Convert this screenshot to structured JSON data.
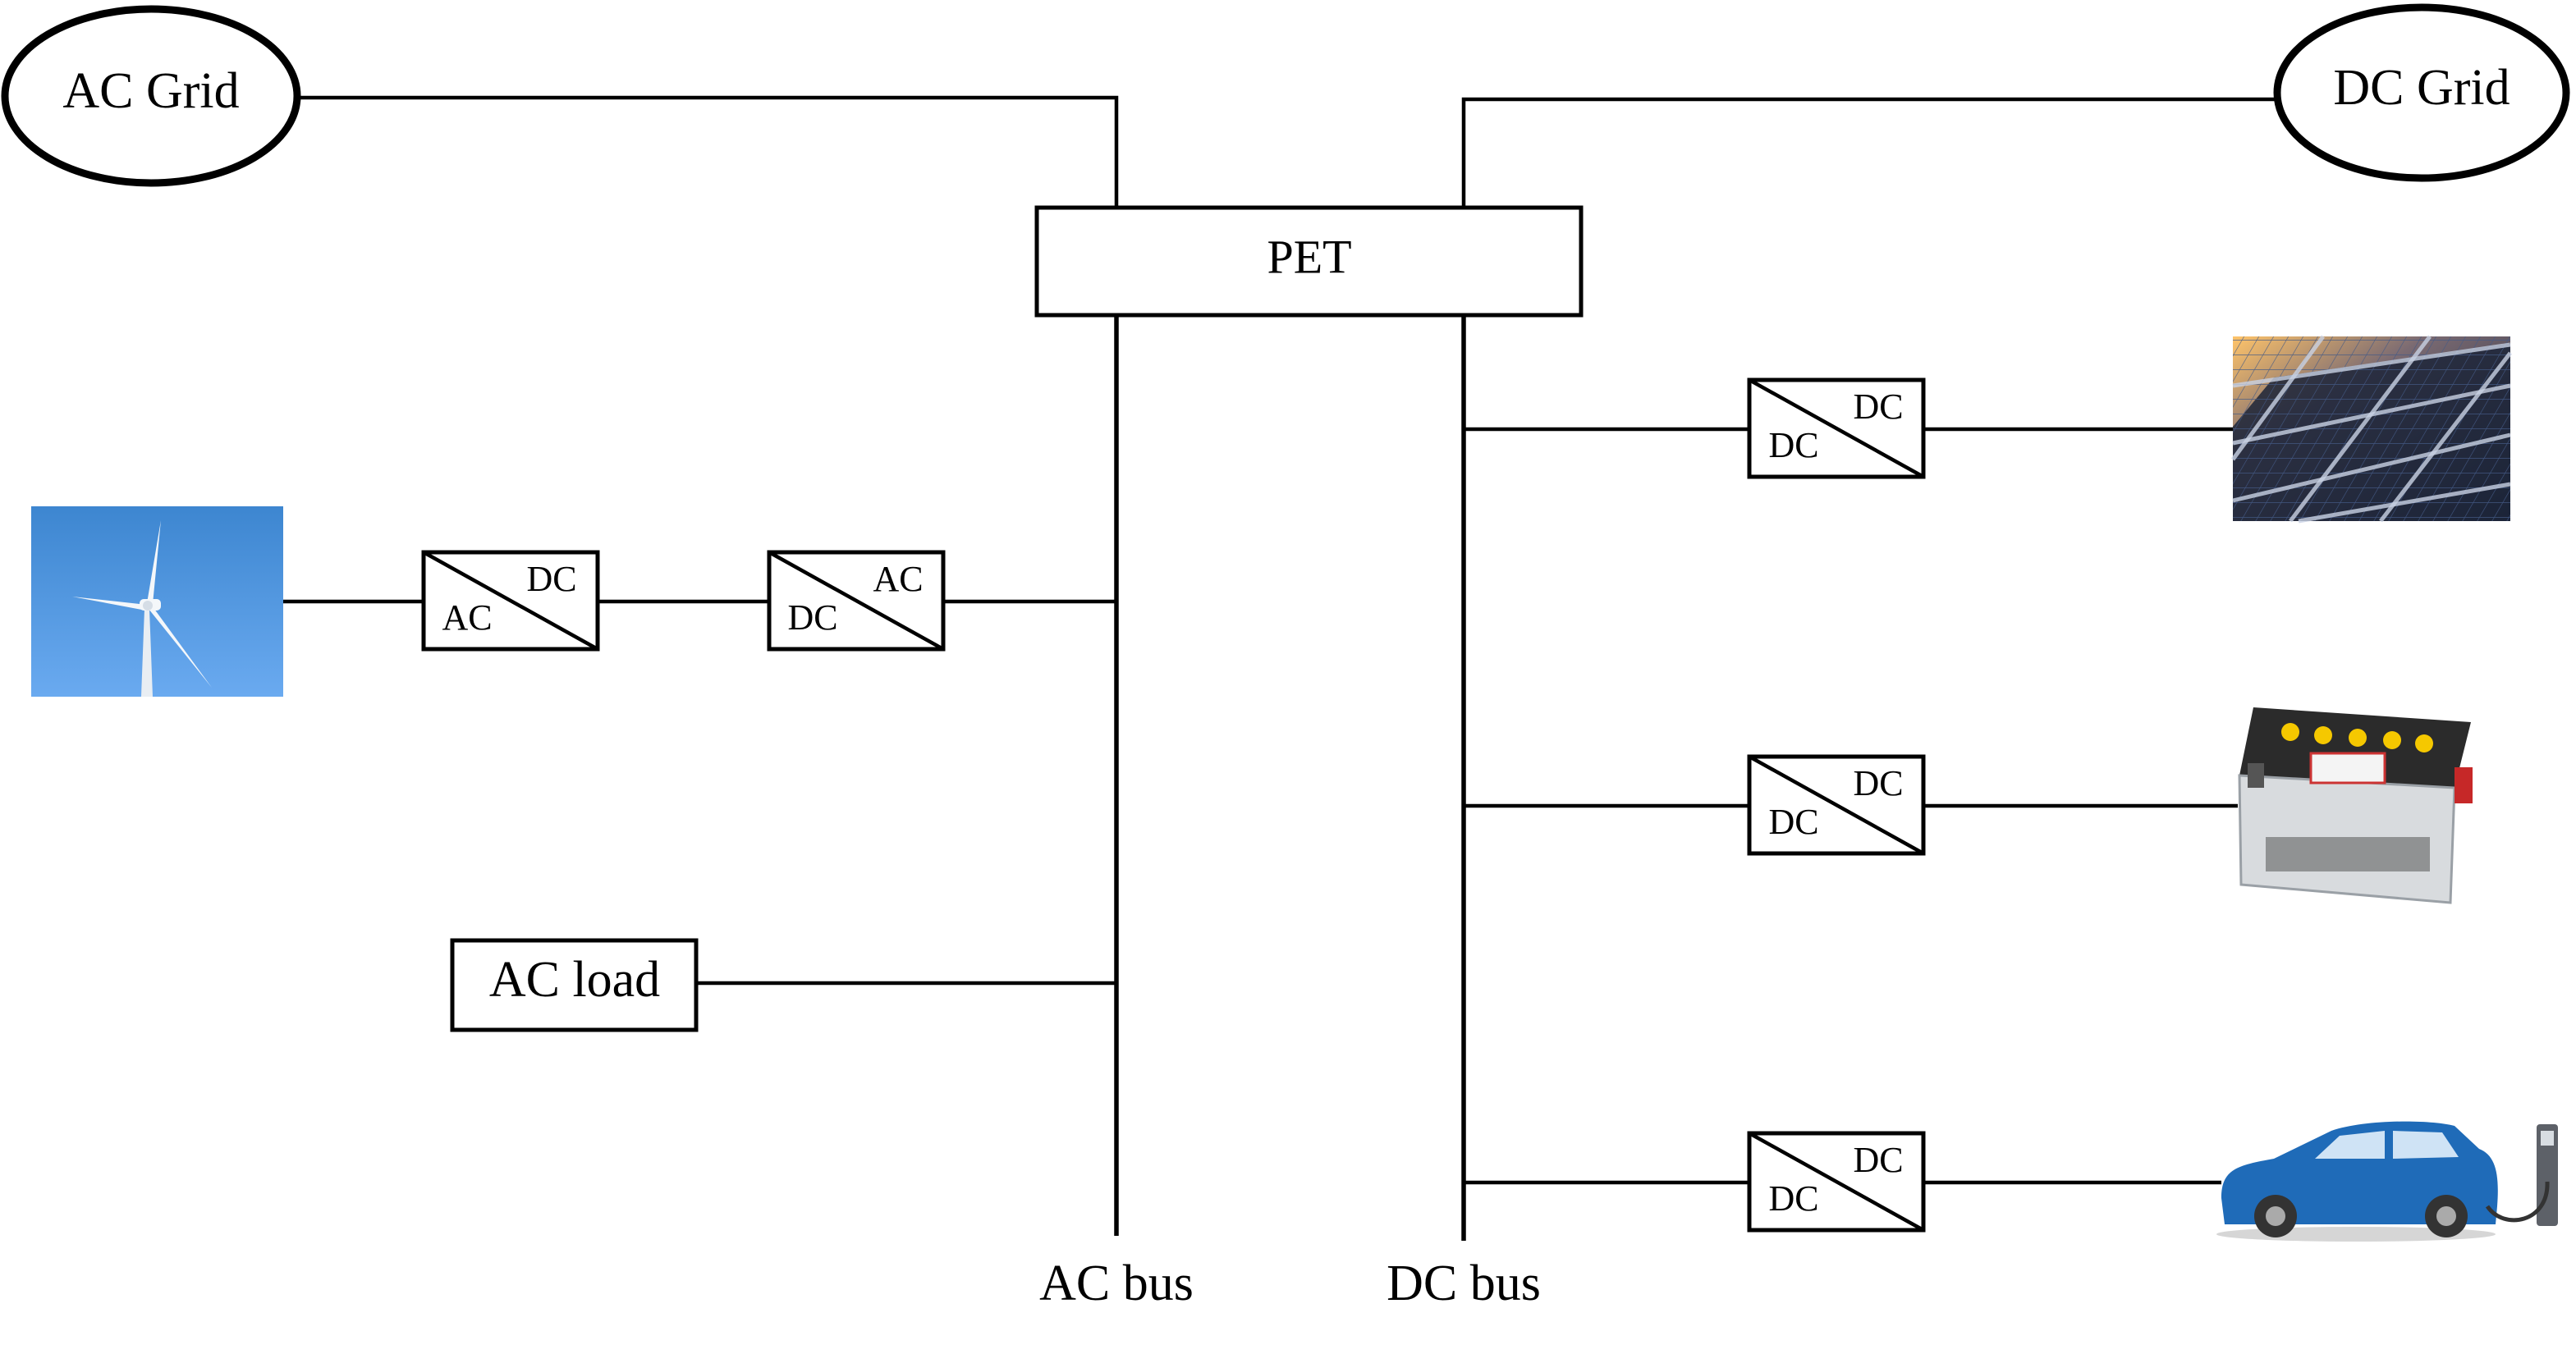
{
  "nodes": {
    "ac_grid": "AC Grid",
    "dc_grid": "DC Grid",
    "pet": "PET",
    "ac_load": "AC load",
    "ac_bus": "AC bus",
    "dc_bus": "DC bus"
  },
  "converters": {
    "wind_rectifier": {
      "top": "DC",
      "bottom": "AC"
    },
    "wind_inverter": {
      "top": "AC",
      "bottom": "DC"
    },
    "pv_converter": {
      "top": "DC",
      "bottom": "DC"
    },
    "battery_converter": {
      "top": "DC",
      "bottom": "DC"
    },
    "ev_converter": {
      "top": "DC",
      "bottom": "DC"
    }
  },
  "icons": {
    "wind": "wind-turbine-icon",
    "pv": "solar-panel-icon",
    "battery": "battery-icon",
    "ev": "electric-vehicle-icon"
  },
  "colors": {
    "line": "#000000",
    "sky_top": "#3d86d0",
    "sky_bottom": "#6aaaf0",
    "solar_cell": "#1c2538",
    "car_body": "#1f6bb8"
  }
}
